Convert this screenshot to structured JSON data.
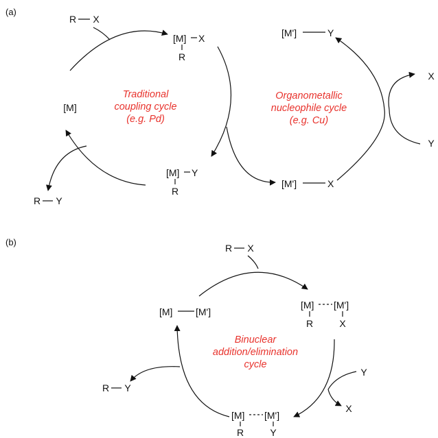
{
  "panel_a": {
    "label": "(a)",
    "rx_R": "R",
    "rx_X": "X",
    "mx_top": "[M]",
    "mx_top_X": "X",
    "mx_top_R": "R",
    "m_left": "[M]",
    "my_bot": "[M]",
    "my_bot_Y": "Y",
    "my_bot_R": "R",
    "ry_R": "R",
    "ry_Y": "Y",
    "mpy": "[M']",
    "mpy_Y": "Y",
    "mpx": "[M']",
    "mpx_X": "X",
    "side_X": "X",
    "side_Y": "Y",
    "cycle1": [
      "Traditional",
      "coupling cycle",
      "(e.g. Pd)"
    ],
    "cycle2": [
      "Organometallic",
      "nucleophile cycle",
      "(e.g. Cu)"
    ]
  },
  "panel_b": {
    "label": "(b)",
    "rx_R": "R",
    "rx_X": "X",
    "mm_left": "[M]",
    "mm_right": "[M']",
    "tr_M": "[M]",
    "tr_Mp": "[M']",
    "tr_R": "R",
    "tr_X": "X",
    "br_M": "[M]",
    "br_Mp": "[M']",
    "br_R": "R",
    "br_Y": "Y",
    "side_Y": "Y",
    "side_X": "X",
    "ry_R": "R",
    "ry_Y": "Y",
    "cycle": [
      "Binuclear",
      "addition/elimination",
      "cycle"
    ]
  }
}
